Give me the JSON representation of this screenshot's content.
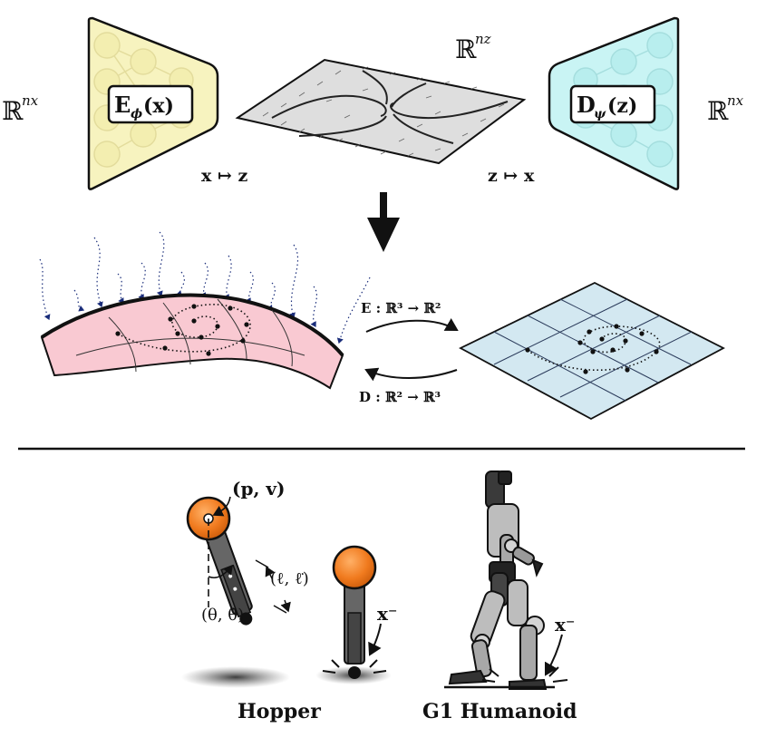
{
  "top": {
    "input_space": "ℝ",
    "input_space_sup": "nx",
    "output_space": "ℝ",
    "output_space_sup": "nx",
    "latent_space": "ℝ",
    "latent_space_sup": "nz",
    "encoder_label": "E",
    "encoder_sub": "ϕ",
    "encoder_arg": "(x)",
    "decoder_label": "D",
    "decoder_sub": "ψ",
    "decoder_arg": "(z)",
    "encode_map": "x ↦ z",
    "decode_map": "z ↦ x",
    "encoder_color": "#f7f3bf",
    "decoder_color": "#c9f4f4"
  },
  "middle": {
    "encoder_map": "E : ℝ³ → ℝ²",
    "decoder_map": "D : ℝ² → ℝ³",
    "manifold_color": "#f9c9d2",
    "plane_color": "#d3e8f1"
  },
  "bottom": {
    "hopper_label": "Hopper",
    "humanoid_label": "G1 Humanoid",
    "pos_vel_label": "(p, v)",
    "length_label": "(ℓ, ℓ̇)",
    "angle_label": "(θ, θ̇)",
    "impact_label_1": "x⁻",
    "impact_label_2": "x⁻",
    "orange": "#f07a1e"
  }
}
